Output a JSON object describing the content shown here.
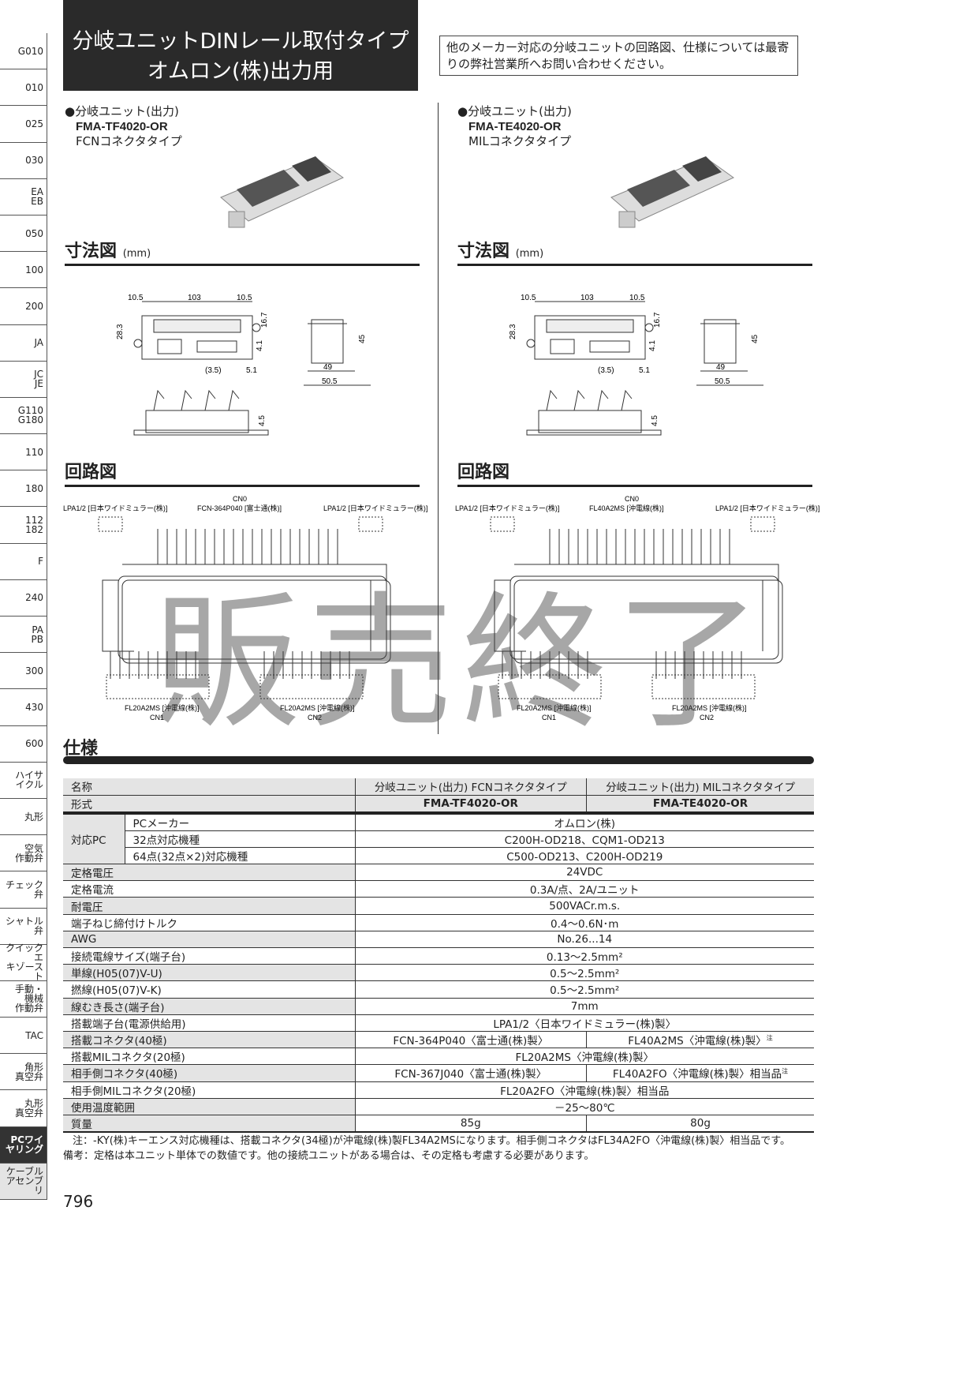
{
  "sidebar": [
    "G010",
    "010",
    "025",
    "030",
    "EA\nEB",
    "050",
    "100",
    "200",
    "JA",
    "JC\nJE",
    "G110\nG180",
    "110",
    "180",
    "112\n182",
    "F",
    "240",
    "PA\nPB",
    "300",
    "430",
    "600",
    "ハイサ\nイクル",
    "丸形",
    "空気\n作動弁",
    "チェック弁",
    "シャトル弁",
    "クイックエ\nキゾースト",
    "手動・\n機械\n作動弁",
    "TAC",
    "角形\n真空弁",
    "丸形\n真空弁",
    "PCワイ\nヤリング",
    "ケーブル\nアセンブリ"
  ],
  "title": {
    "line1": "分岐ユニットDINレール取付タイプ",
    "line2": "オムロン(株)出力用"
  },
  "note": "他のメーカー対応の分岐ユニットの回路図、仕様については最寄りの弊社営業所へお問い合わせください。",
  "products": [
    {
      "label": "●分岐ユニット(出力)",
      "model": "FMA-TF4020-OR",
      "type": "FCNコネクタタイプ",
      "cn0": "FCN-364P040 [富士通(株)]"
    },
    {
      "label": "●分岐ユニット(出力)",
      "model": "FMA-TE4020-OR",
      "type": "MILコネクタタイプ",
      "cn0": "FL40A2MS [沖電線(株)]"
    }
  ],
  "sections": {
    "dims": "寸法図",
    "dims_unit": "(mm)",
    "circuit": "回路図",
    "spec": "仕様"
  },
  "dims": {
    "a": "10.5",
    "b": "103",
    "c": "10.5",
    "h": "28.3",
    "d1": "16.7",
    "d2": "4.1",
    "d3": "(3.5)",
    "d4": "5.1",
    "e1": "45",
    "e2": "49",
    "e3": "50.5",
    "f": "4.5"
  },
  "circuit": {
    "cn0": "CN0",
    "lpa": "LPA1/2 [日本ワイドミュラー(株)]",
    "fl20": "FL20A2MS [沖電線(株)]",
    "cn1": "CN1",
    "cn2": "CN2"
  },
  "watermark": "販売終了",
  "spec": {
    "header": [
      "名称",
      "分岐ユニット(出力) FCNコネクタタイプ",
      "分岐ユニット(出力) MILコネクタタイプ"
    ],
    "model": [
      "形式",
      "FMA-TF4020-OR",
      "FMA-TE4020-OR"
    ],
    "pc_group": "対応PC",
    "pc_rows": [
      [
        "PCメーカー",
        "オムロン(株)"
      ],
      [
        "32点対応機種",
        "C200H-OD218、CQM1-OD213"
      ],
      [
        "64点(32点×2)対応機種",
        "C500-OD213、C200H-OD219"
      ]
    ],
    "rows": [
      [
        "定格電圧",
        "24VDC"
      ],
      [
        "定格電流",
        "0.3A/点、2A/ユニット"
      ],
      [
        "耐電圧",
        "500VACr.m.s."
      ],
      [
        "端子ねじ締付けトルク",
        "0.4～0.6N･m"
      ],
      [
        "AWG",
        "No.26...14"
      ],
      [
        "接続電線サイズ(端子台)",
        "0.13～2.5mm²"
      ],
      [
        "単線(H05(07)V-U)",
        "0.5～2.5mm²"
      ],
      [
        "撚線(H05(07)V-K)",
        "0.5～2.5mm²"
      ],
      [
        "線むき長さ(端子台)",
        "7mm"
      ],
      [
        "搭載端子台(電源供給用)",
        "LPA1/2〈日本ワイドミュラー(株)製〉"
      ]
    ],
    "conn40": [
      "搭載コネクタ(40極)",
      "FCN-364P040〈富士通(株)製〉",
      "FL40A2MS〈沖電線(株)製〉注"
    ],
    "mil20": [
      "搭載MILコネクタ(20極)",
      "FL20A2MS〈沖電線(株)製〉"
    ],
    "mate40": [
      "相手側コネクタ(40極)",
      "FCN-367J040〈富士通(株)製〉",
      "FL40A2FO〈沖電線(株)製〉相当品注"
    ],
    "matemil": [
      "相手側MILコネクタ(20極)",
      "FL20A2FO〈沖電線(株)製〉相当品"
    ],
    "temp": [
      "使用温度範囲",
      "－25～80℃"
    ],
    "mass": [
      "質量",
      "85g",
      "80g"
    ]
  },
  "footnotes": [
    "注：-KY(株)キーエンス対応機種は、搭載コネクタ(34極)が沖電線(株)製FL34A2MSになります。相手側コネクタはFL34A2FO〈沖電線(株)製〉相当品です。",
    "備考：定格は本ユニット単体での数値です。他の接続ユニットがある場合は、その定格も考慮する必要があります。"
  ],
  "page_number": "796"
}
